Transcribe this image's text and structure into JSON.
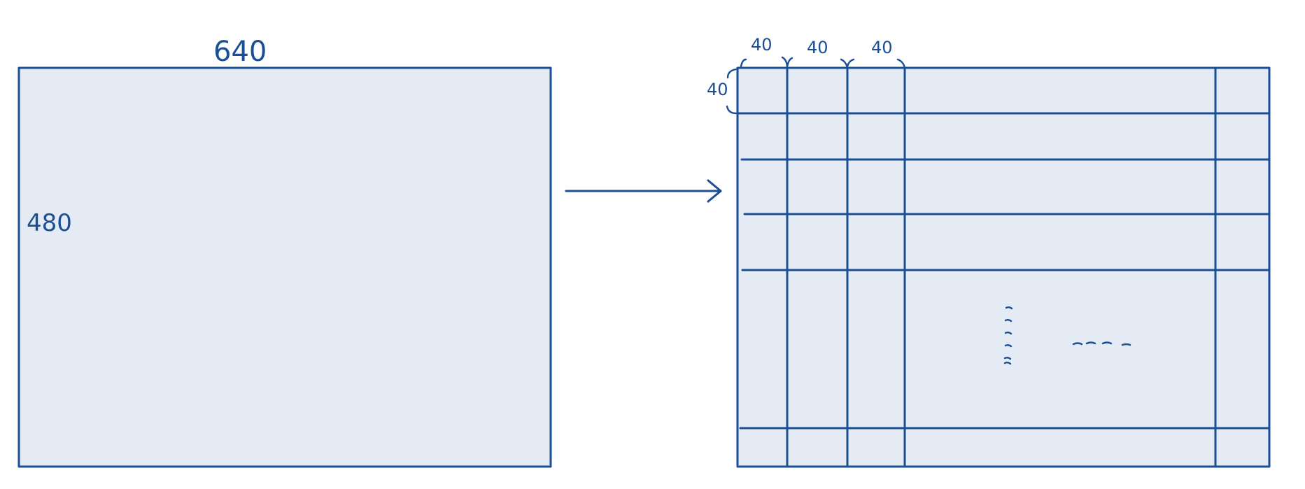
{
  "left_image": {
    "width_label": "640",
    "height_label": "480"
  },
  "grid_image": {
    "column_width_labels": [
      "40",
      "40",
      "40"
    ],
    "row_height_label": "40"
  },
  "colors": {
    "stroke": "#1a4f93",
    "fill": "#e4ebf5"
  }
}
